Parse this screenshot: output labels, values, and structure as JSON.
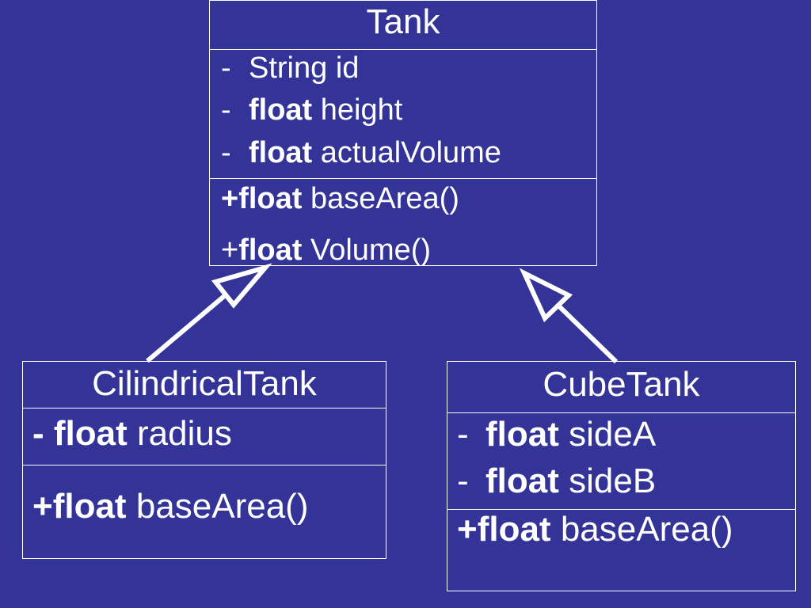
{
  "diagram": {
    "classes": {
      "tank": {
        "name": "Tank",
        "attributes": [
          {
            "prefix": "-",
            "type": "",
            "rest": "String id"
          },
          {
            "prefix": "-",
            "type": "float",
            "rest": "height"
          },
          {
            "prefix": "-",
            "type": "float",
            "rest": "actualVolume"
          }
        ],
        "operations": [
          {
            "prefix": "+",
            "type": "float",
            "rest": "baseArea()"
          },
          {
            "prefix": "+",
            "type": "float",
            "rest": "Volume()"
          }
        ]
      },
      "cilindrical": {
        "name": "CilindricalTank",
        "attributes": [
          {
            "prefix": "- ",
            "type": "float",
            "rest": "radius"
          }
        ],
        "operations": [
          {
            "prefix": "+",
            "type": "float",
            "rest": "baseArea()"
          }
        ]
      },
      "cube": {
        "name": "CubeTank",
        "attributes": [
          {
            "prefix": "-",
            "type": "float",
            "rest": "sideA"
          },
          {
            "prefix": "-",
            "type": "float",
            "rest": "sideB"
          }
        ],
        "operations": [
          {
            "prefix": "+",
            "type": "float",
            "rest": "baseArea()"
          }
        ]
      }
    },
    "relations": [
      {
        "from": "CilindricalTank",
        "to": "Tank",
        "kind": "generalization"
      },
      {
        "from": "CubeTank",
        "to": "Tank",
        "kind": "generalization"
      }
    ],
    "colors": {
      "background": "#343397",
      "foreground": "#ffffff"
    }
  }
}
